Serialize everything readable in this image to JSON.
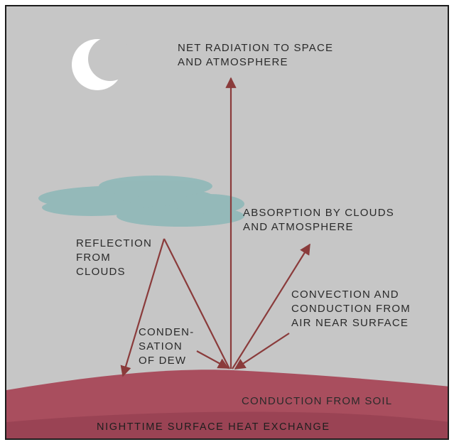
{
  "figure": {
    "title": "NIGHTTIME SURFACE HEAT EXCHANGE",
    "labels": {
      "net_radiation": "NET RADIATION TO SPACE\nAND ATMOSPHERE",
      "absorption": "ABSORPTION BY CLOUDS\nAND ATMOSPHERE",
      "reflection": "REFLECTION\nFROM\nCLOUDS",
      "convection": "CONVECTION AND\nCONDUCTION FROM\nAIR NEAR SURFACE",
      "condensation": "CONDEN-\nSATION\nOF DEW",
      "soil": "CONDUCTION FROM SOIL"
    }
  },
  "colors": {
    "sky": "#c6c6c6",
    "cloud": "#8fb8b8",
    "moon": "#ffffff",
    "arrow": "#8a3b3b",
    "ground": "#a94e5e",
    "ground_dark": "#8e3b4c",
    "text": "#2a2a2a"
  }
}
